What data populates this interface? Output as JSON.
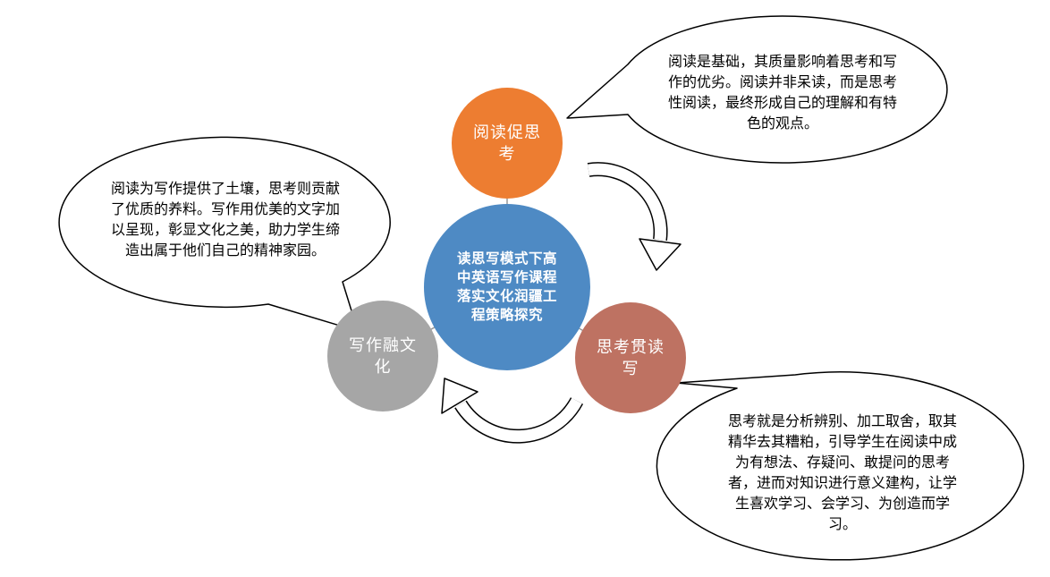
{
  "background": "#ffffff",
  "center": {
    "label": "读思写模式下高中英语写作课程落实文化润疆工程策略探究",
    "color": "#4E8AC4"
  },
  "nodes": [
    {
      "id": "reading",
      "label": "阅读促思考",
      "color": "#ED7D31"
    },
    {
      "id": "thinking",
      "label": "思考贯读写",
      "color": "#BE7262"
    },
    {
      "id": "writing",
      "label": "写作融文化",
      "color": "#A6A6A6"
    }
  ],
  "callouts": [
    {
      "target": "reading",
      "text": "阅读是基础，其质量影响着思考和写作的优劣。阅读并非呆读，而是思考性阅读，最终形成自己的理解和有特色的观点。"
    },
    {
      "target": "writing",
      "text": "阅读为写作提供了土壤，思考则贡献了优质的养料。写作用优美的文字加以呈现，彰显文化之美，助力学生缔造出属于他们自己的精神家园。"
    },
    {
      "target": "thinking",
      "text": "思考就是分析辨别、加工取舍，取其精华去其糟粕，引导学生在阅读中成为有想法、存疑问、敢提问的思考者，进而对知识进行意义建构，让学生喜欢学习、会学习、为创造而学习。"
    }
  ],
  "colors": {
    "outline": "#000000",
    "connector": "#999999"
  }
}
